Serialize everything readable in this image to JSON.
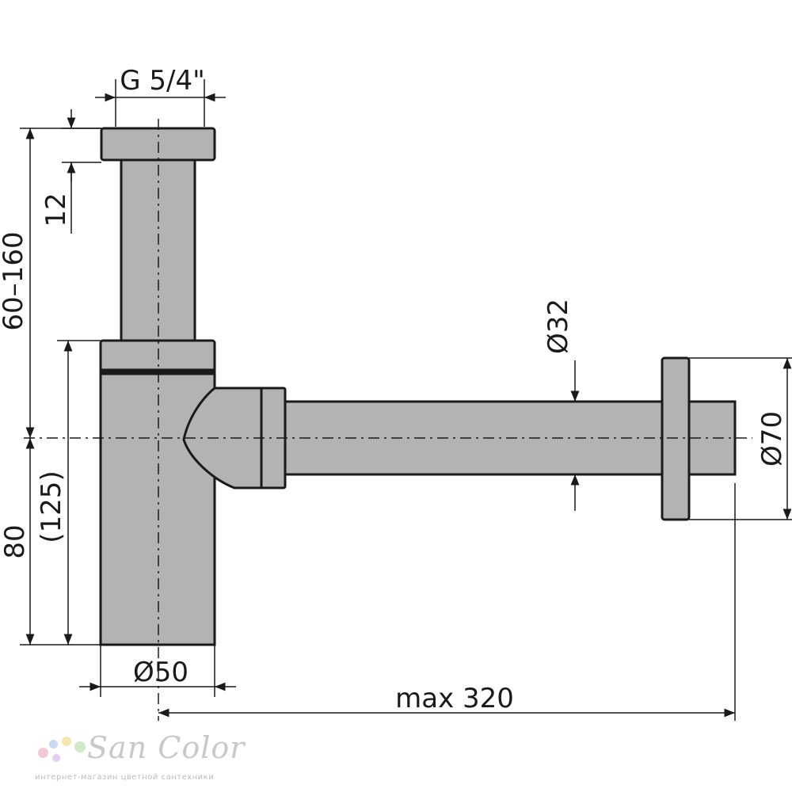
{
  "dimensions": {
    "thread": "G 5/4\"",
    "top_height": "12",
    "height_range": "60–160",
    "bottom_height": "80",
    "bottom_height_alt": "(125)",
    "pipe_diameter_32": "Ø32",
    "flange_diameter": "Ø70",
    "body_diameter": "Ø50",
    "max_length": "max 320"
  },
  "logo": {
    "name": "San Color",
    "tagline": "интернет-магазин цветной сантехники",
    "dot_colors": [
      "#f4c6d8",
      "#c9d8f2",
      "#f6e7b0",
      "#cfe9c9",
      "#e4cdf0"
    ]
  }
}
